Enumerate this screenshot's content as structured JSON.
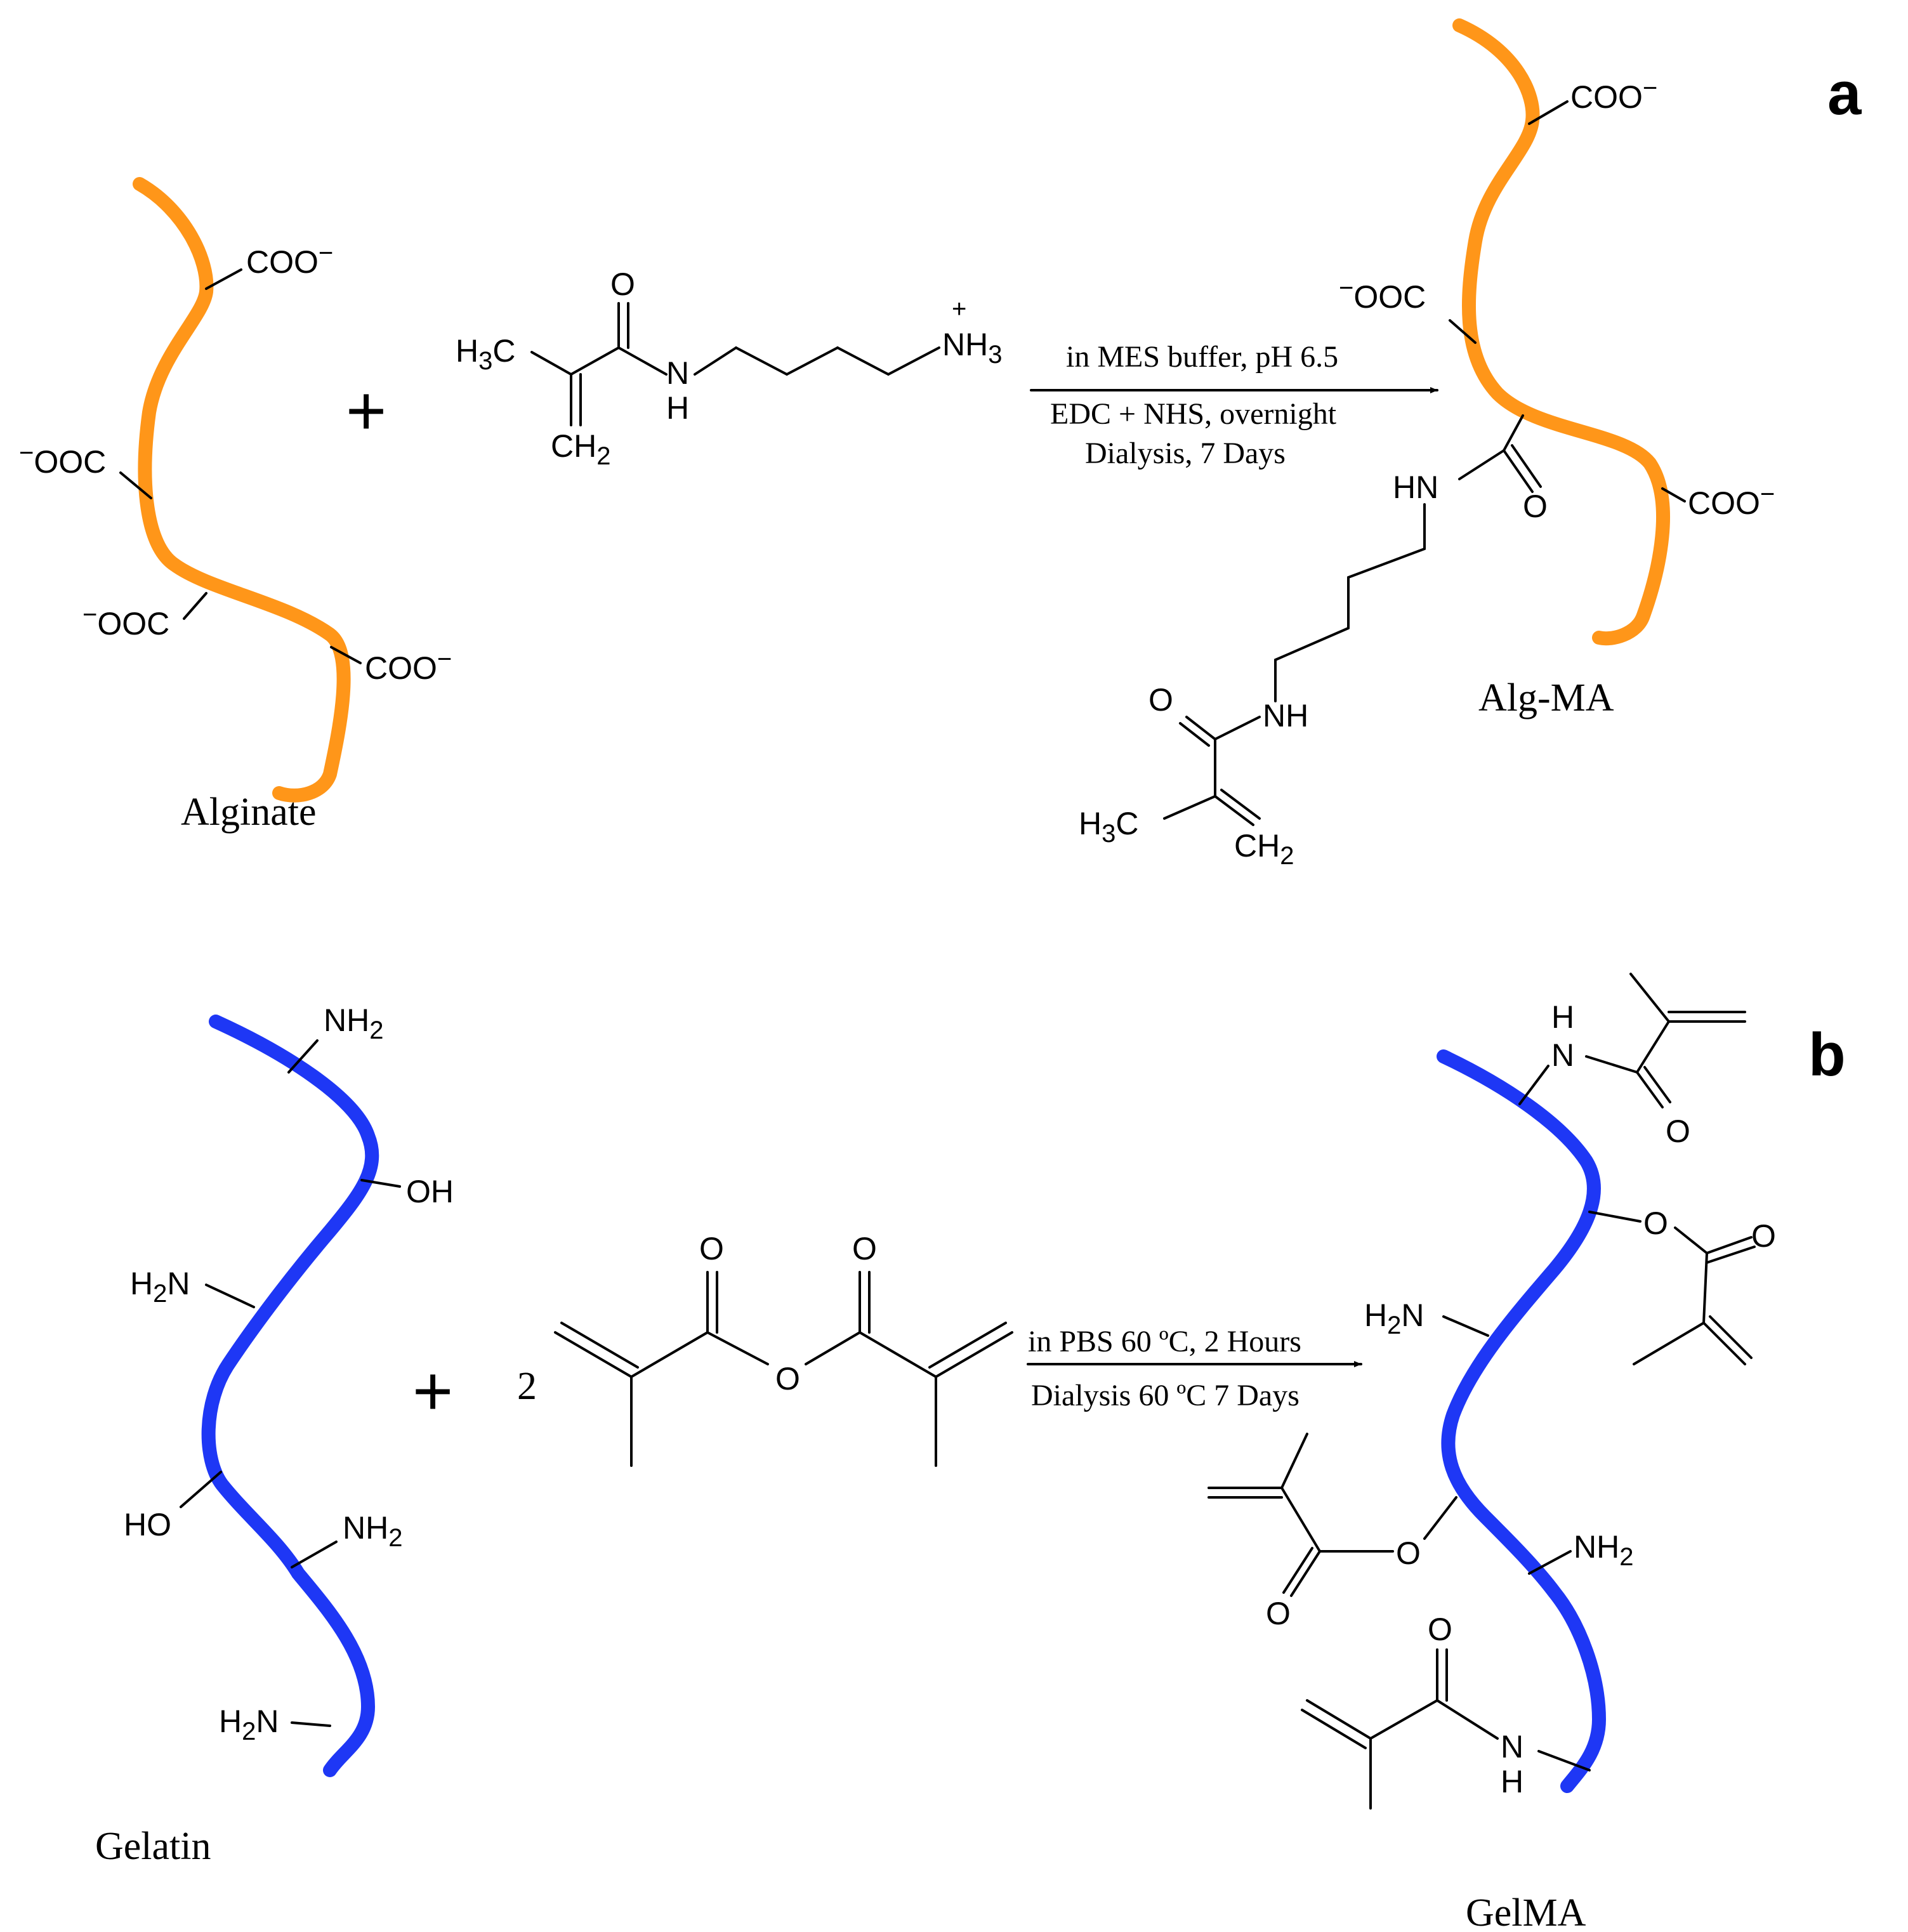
{
  "colors": {
    "alginate_backbone": "#FF9619",
    "gelatin_backbone": "#1E37F5",
    "ink": "#000000"
  },
  "panel_a": {
    "label": "a",
    "plus": "+",
    "reactant_name": "Alginate",
    "product_name": "Alg-MA",
    "conditions": [
      "in MES buffer, pH 6.5",
      "EDC + NHS, overnight",
      "Dialysis, 7 Days"
    ],
    "atoms": {
      "coo": "COO",
      "ooc": "OOC",
      "minus": "−",
      "plus_charge": "+",
      "nh3": "NH",
      "three": "3",
      "h3c": "H",
      "c": "C",
      "ch2": "CH",
      "two": "2",
      "o": "O",
      "n": "N",
      "h": "H",
      "hn": "HN",
      "nh": "NH"
    }
  },
  "panel_b": {
    "label": "b",
    "plus": "+",
    "coefficient": "2",
    "reactant_name": "Gelatin",
    "product_name": "GelMA",
    "conditions": [
      "in PBS 60 ºC, 2 Hours",
      "Dialysis 60 ºC 7 Days"
    ],
    "atoms": {
      "nh2": "NH",
      "h2n": "H",
      "n": "N",
      "two": "2",
      "oh": "OH",
      "ho": "HO",
      "o": "O",
      "h": "H"
    }
  }
}
